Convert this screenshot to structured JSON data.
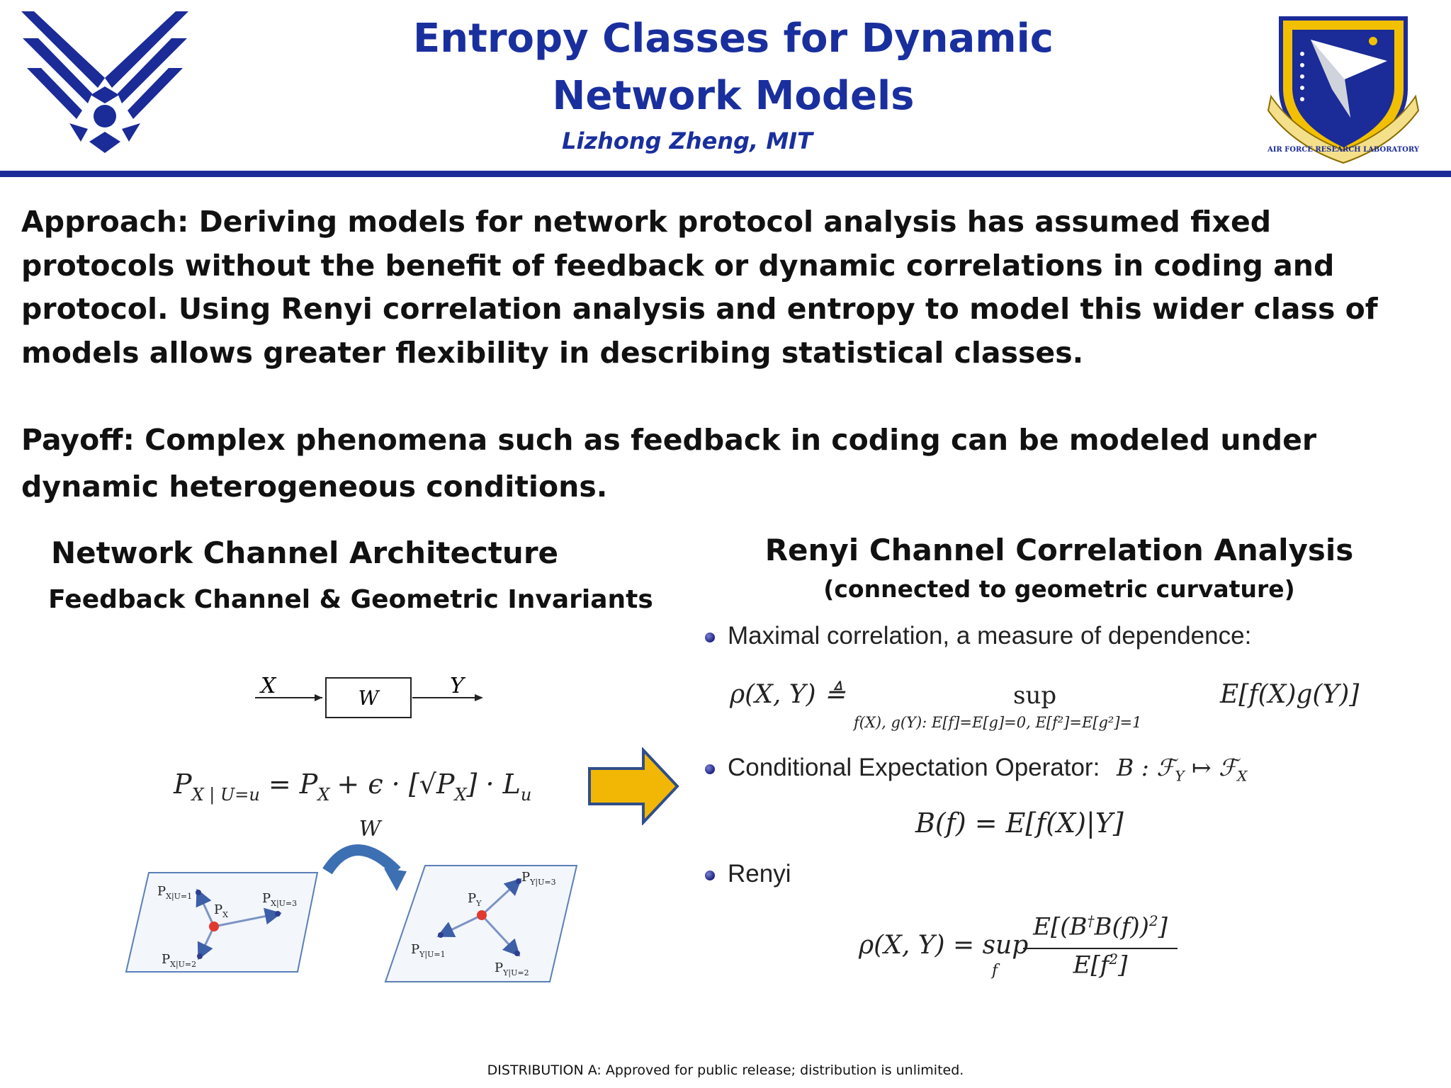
{
  "header": {
    "title": "Entropy Classes for Dynamic Network Models",
    "author": "Lizhong Zheng, MIT",
    "left_logo": "air-force-wings-logo",
    "right_logo": "air-force-research-laboratory-shield-logo",
    "right_logo_ribbon_text": "AIR FORCE RESEARCH LABORATORY"
  },
  "body": {
    "approach": "Approach: Deriving models for network protocol analysis has assumed fixed protocols without the benefit of feedback or dynamic correlations in coding and protocol. Using Renyi correlation analysis and entropy to model this wider class of models allows greater flexibility in describing statistical classes.",
    "payoff": "Payoff: Complex phenomena such as feedback in coding can be modeled under dynamic heterogeneous conditions."
  },
  "left_panel": {
    "heading": "Network Channel Architecture",
    "subheading": "Feedback Channel & Geometric Invariants",
    "channel": {
      "input": "X",
      "box": "W",
      "output": "Y"
    },
    "equation": {
      "lhs": "P",
      "lhs_sub": "X | U=u",
      "rhs_1": "= P",
      "rhs_1_sub": "X",
      "rhs_2": "+ ϵ · [√P",
      "rhs_2_sub": "X",
      "rhs_3": "] · L",
      "rhs_3_sub": "u"
    },
    "transform_label": "W",
    "plane_left": {
      "center": "P",
      "center_sub": "X",
      "p1": "P",
      "p1_sub": "X|U=1",
      "p2": "P",
      "p2_sub": "X|U=2",
      "p3": "P",
      "p3_sub": "X|U=3"
    },
    "plane_right": {
      "center": "P",
      "center_sub": "Y",
      "p1": "P",
      "p1_sub": "Y|U=1",
      "p2": "P",
      "p2_sub": "Y|U=2",
      "p3": "P",
      "p3_sub": "Y|U=3"
    },
    "arrow_color": "#f2b705"
  },
  "right_panel": {
    "heading": "Renyi Channel Correlation Analysis",
    "subheading": "(connected to geometric curvature)",
    "bullet1": "Maximal correlation, a measure of dependence:",
    "eq1_lhs": "ρ(X, Y) ≜",
    "eq1_sup": "sup",
    "eq1_cond": "f(X), g(Y): E[f]=E[g]=0, E[f²]=E[g²]=1",
    "eq1_rhs": "E[f(X)g(Y)]",
    "bullet2_text": "Conditional Expectation Operator:",
    "bullet2_math": "B : ℱ",
    "bullet2_sub1": "Y",
    "bullet2_arrow": " ↦ ℱ",
    "bullet2_sub2": "X",
    "eq2": "B(f) = E[f(X)|Y]",
    "bullet3": "Renyi",
    "eq3_lhs": "ρ(X, Y) = sup",
    "eq3_under": "f",
    "eq3_num": "E[(B",
    "eq3_num_sup": "†",
    "eq3_num_rest": "B(f))",
    "eq3_num_sup2": "2",
    "eq3_num_end": "]",
    "eq3_den": "E[f",
    "eq3_den_sup": "2",
    "eq3_den_end": "]"
  },
  "footer": "DISTRIBUTION A:  Approved for public release; distribution is unlimited.",
  "colors": {
    "title_blue": "#1a2f9e",
    "rule_blue": "#1b2b97",
    "arrow_yellow": "#f2b705",
    "arrow_outline": "#2f4e8a"
  }
}
